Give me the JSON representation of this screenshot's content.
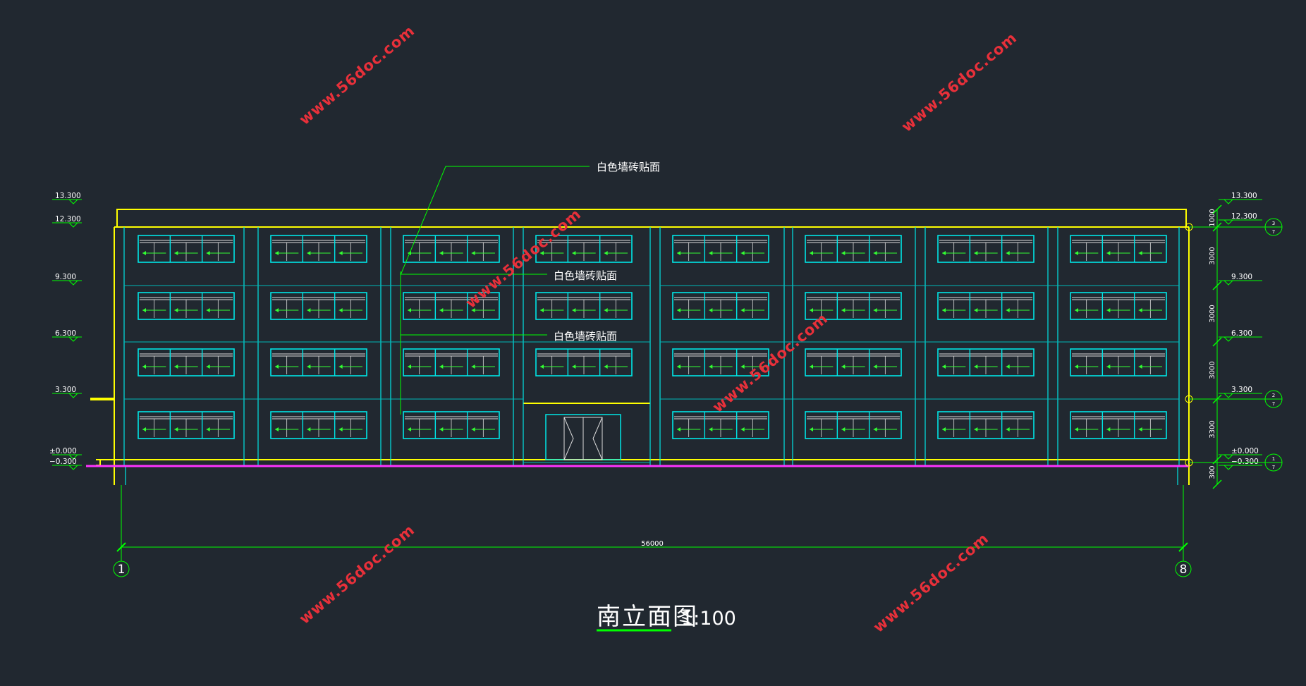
{
  "drawing": {
    "title": "南立面图",
    "scale": "1:100",
    "overall_dimension": "56000",
    "material_note": "白色墙砖贴面",
    "left_levels": [
      "13.300",
      "12.300",
      "9.300",
      "6.300",
      "3.300",
      "±0.000",
      "−0.300"
    ],
    "right_levels": [
      "13.300",
      "12.300",
      "9.300",
      "6.300",
      "3.300",
      "±0.000",
      "−0.300"
    ],
    "vertical_dimensions": [
      "1000",
      "3000",
      "3000",
      "3000",
      "3300",
      "300"
    ],
    "axis_labels": [
      "1",
      "8"
    ],
    "section_refs": [
      {
        "top": "3",
        "bottom": "7"
      },
      {
        "top": "2",
        "bottom": "7"
      },
      {
        "top": "1",
        "bottom": "7"
      }
    ],
    "watermark": "www.56doc.com",
    "colors": {
      "background": "#212830",
      "outline": "#ffff00",
      "facade_lines": "#00ffff",
      "dimension": "#00ff00",
      "ground_line": "#ff00ff",
      "watermark": "#e8303a"
    }
  }
}
